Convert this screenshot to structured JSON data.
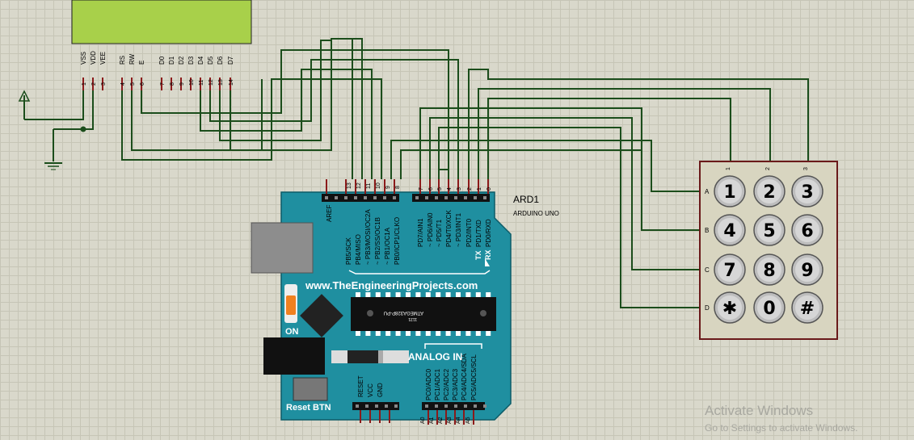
{
  "lcd": {
    "pin_labels": [
      "VSS",
      "VDD",
      "VEE",
      "RS",
      "RW",
      "E",
      "D0",
      "D1",
      "D2",
      "D3",
      "D4",
      "D5",
      "D6",
      "D7"
    ],
    "pin_numbers": [
      "1",
      "2",
      "3",
      "4",
      "5",
      "6",
      "7",
      "8",
      "9",
      "10",
      "11",
      "12",
      "13",
      "14"
    ]
  },
  "arduino": {
    "ref": "ARD1",
    "model": "ARDUINO UNO",
    "website": "www.TheEngineeringProjects.com",
    "chip_label": "ATMEGA328P-PU",
    "chip_sub": "1121",
    "on_label": "ON",
    "reset_label": "Reset BTN",
    "analog_label": "ANALOG IN",
    "digital_high": {
      "numbers": [
        "13",
        "12",
        "11",
        "10",
        "9",
        "8"
      ],
      "labels": [
        "PB5/SCK",
        "PB4/MISO",
        "~ PB3/MOSI/OC2A",
        "~ PB2/SS/OC1B",
        "~ PB1/OC1A",
        "PB0/ICP1/CLKO"
      ]
    },
    "aref_label": "AREF",
    "digital_low": {
      "numbers": [
        "7",
        "6",
        "5",
        "4",
        "3",
        "2",
        "1",
        "0"
      ],
      "labels": [
        "PD7/AIN1",
        "~ PD6/AIN0",
        "~ PD5/T1",
        "PD4/T0/XCK",
        "~ PD3/INT1",
        "PD2/INT0",
        "PD1/TXD",
        "PD0/RXD"
      ]
    },
    "tx_label": "TX",
    "rx_label": "RX",
    "power_labels": [
      "RESET",
      "VCC",
      "GND"
    ],
    "analog_pins": [
      "PC0/ADC0",
      "PC1/ADC1",
      "PC2/ADC2",
      "PC3/ADC3",
      "PC4/ADC4/SDA",
      "PC5/ADC5/SCL"
    ],
    "analog_numbers": [
      "A0",
      "A1",
      "A2",
      "A3",
      "A4",
      "A5"
    ]
  },
  "keypad": {
    "columns": [
      "1",
      "2",
      "3"
    ],
    "rows": [
      "A",
      "B",
      "C",
      "D"
    ],
    "keys": [
      "1",
      "2",
      "3",
      "4",
      "5",
      "6",
      "7",
      "8",
      "9",
      "✱",
      "0",
      "#"
    ]
  },
  "watermark": {
    "title": "Activate Windows",
    "subtitle": "Go to Settings to activate Windows."
  },
  "colors": {
    "board": "#1f8fa0",
    "wire": "#1b4d1b",
    "pin": "#8b1a1a",
    "lcd": "#a8d04a"
  }
}
